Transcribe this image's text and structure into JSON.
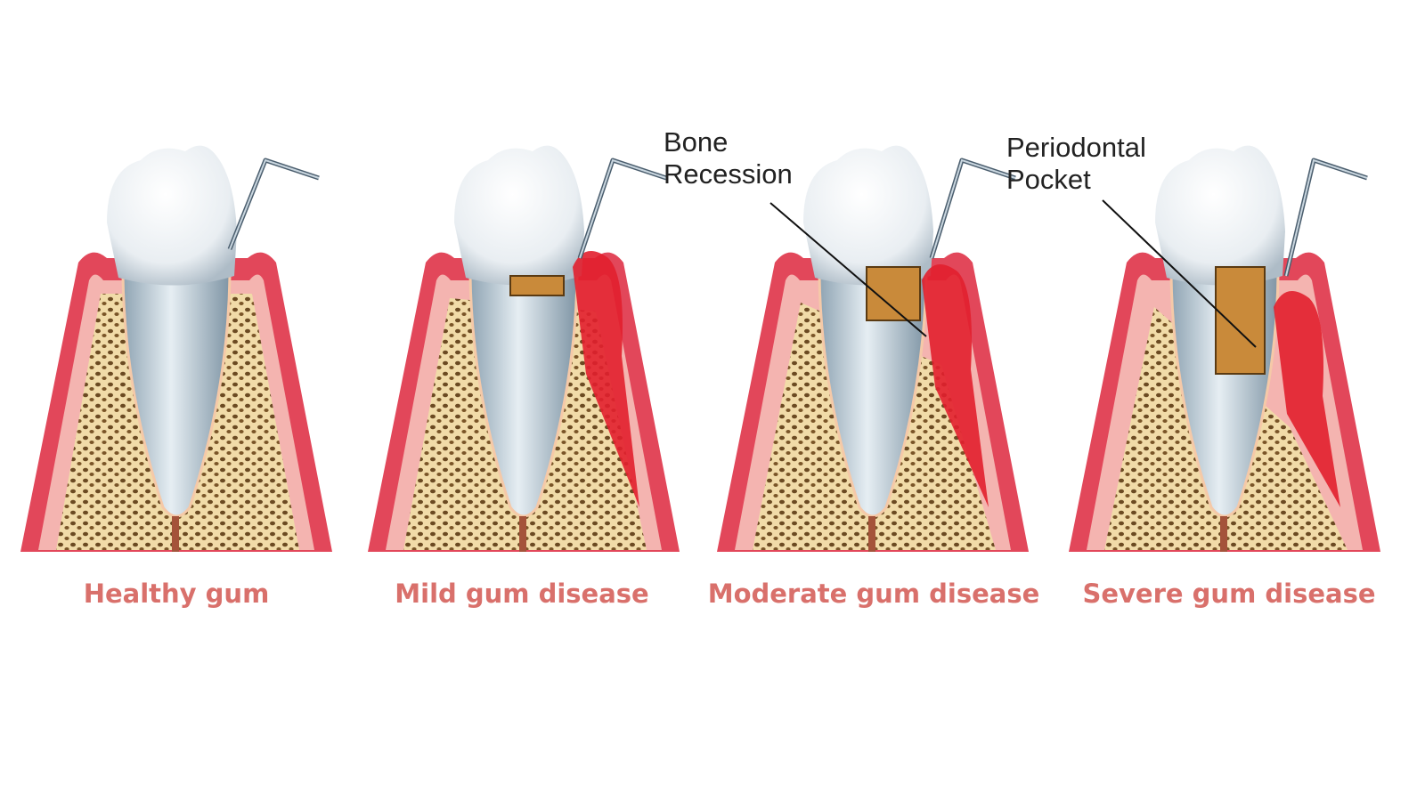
{
  "colors": {
    "label": "#d9706b",
    "gum": "#e2475a",
    "gum_inner": "#f4b4b0",
    "bone": "#f1dba8",
    "tartar": "#c98a3a"
  },
  "stages": [
    {
      "label": "Healthy gum",
      "severity": 0
    },
    {
      "label": "Mild gum disease",
      "severity": 1
    },
    {
      "label": "Moderate gum disease",
      "severity": 2
    },
    {
      "label": "Severe gum disease",
      "severity": 3
    }
  ],
  "callouts": {
    "bone_recession": "Bone\nRecession",
    "periodontal_pocket": "Periodontal\nPocket"
  }
}
